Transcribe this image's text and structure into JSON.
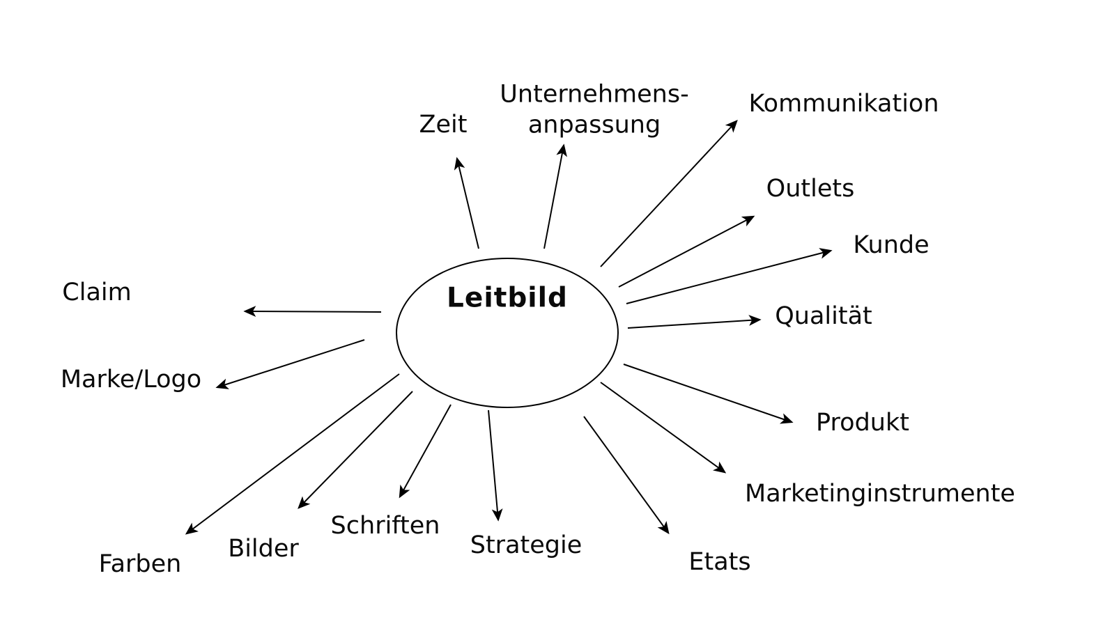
{
  "diagram": {
    "type": "mind-map",
    "background_color": "#ffffff",
    "line_color": "#000000",
    "text_color": "#0a0a0a",
    "center_label": "Leitbild",
    "nodes": [
      {
        "id": "zeit",
        "label": "Zeit"
      },
      {
        "id": "unternehmensanpassung",
        "label_line1": "Unternehmens-",
        "label_line2": "anpassung"
      },
      {
        "id": "kommunikation",
        "label": "Kommunikation"
      },
      {
        "id": "outlets",
        "label": "Outlets"
      },
      {
        "id": "kunde",
        "label": "Kunde"
      },
      {
        "id": "qualitaet",
        "label": "Qualität"
      },
      {
        "id": "produkt",
        "label": "Produkt"
      },
      {
        "id": "marketinginstrumente",
        "label": "Marketinginstrumente"
      },
      {
        "id": "etats",
        "label": "Etats"
      },
      {
        "id": "strategie",
        "label": "Strategie"
      },
      {
        "id": "schriften",
        "label": "Schriften"
      },
      {
        "id": "bilder",
        "label": "Bilder"
      },
      {
        "id": "farben",
        "label": "Farben"
      },
      {
        "id": "marke-logo",
        "label": "Marke/Logo"
      },
      {
        "id": "claim",
        "label": "Claim"
      }
    ]
  }
}
